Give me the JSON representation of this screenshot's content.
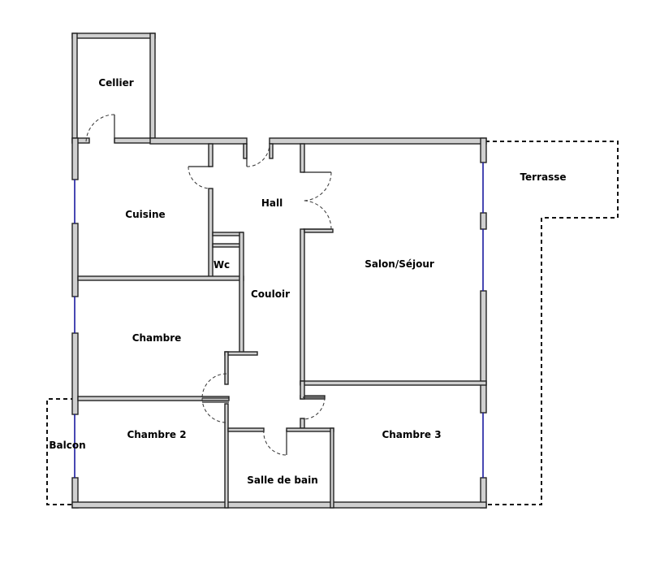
{
  "rooms": {
    "cellier": "Cellier",
    "cuisine": "Cuisine",
    "hall": "Hall",
    "wc": "Wc",
    "couloir": "Couloir",
    "salon": "Salon/Séjour",
    "chambre": "Chambre",
    "chambre2": "Chambre 2",
    "chambre3": "Chambre 3",
    "salle_de_bain": "Salle de bain",
    "terrasse": "Terrasse",
    "balcon": "Balcon"
  }
}
